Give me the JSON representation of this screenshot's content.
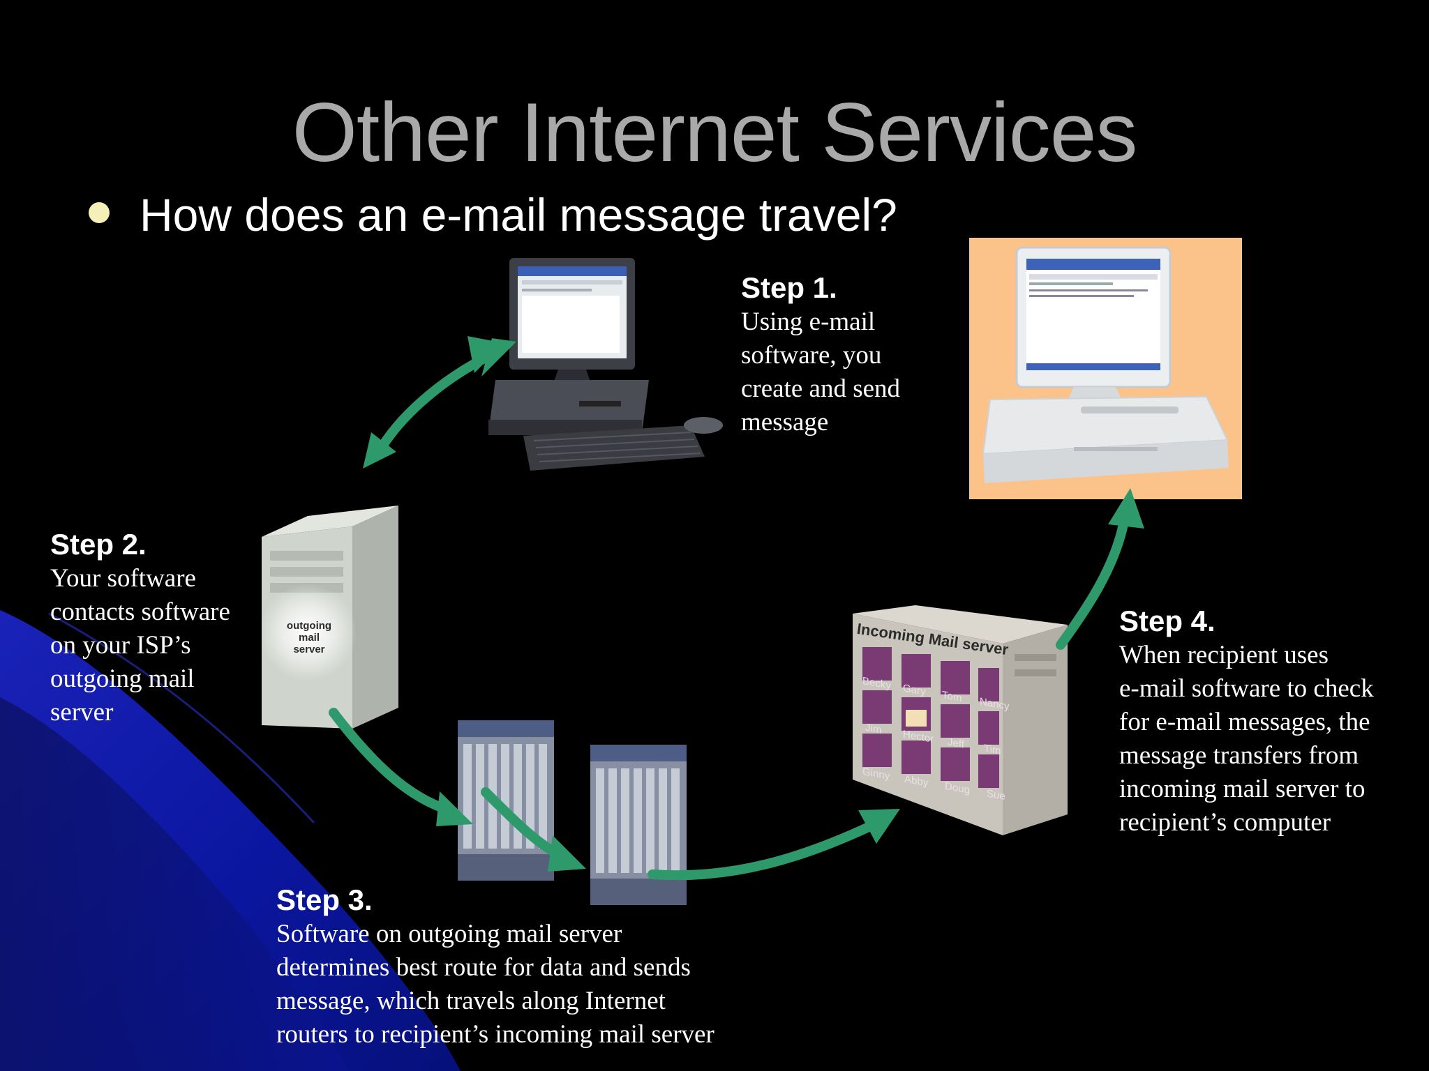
{
  "title": "Other Internet Services",
  "bullet": "How does an e-mail message travel?",
  "colors": {
    "background": "#000000",
    "title": "#a9a9a9",
    "arrow": "#2e9a6c",
    "blue_shape": "#0d1aa6",
    "bullet": "#f4f0b8"
  },
  "steps": [
    {
      "heading": "Step 1.",
      "lines": [
        "Using e-mail",
        "software, you",
        "create and send",
        "message"
      ]
    },
    {
      "heading": "Step 2.",
      "lines": [
        "Your software",
        "contacts software",
        "on your ISP’s",
        "outgoing mail",
        "server"
      ]
    },
    {
      "heading": "Step 3.",
      "lines": [
        "Software on outgoing mail server",
        "determines best route for data and sends",
        "message, which travels along Internet",
        "routers to recipient’s incoming mail server"
      ]
    },
    {
      "heading": "Step 4.",
      "lines": [
        "When recipient uses",
        "e-mail software to check",
        "for e-mail messages, the",
        "message transfers from",
        "incoming mail server to",
        "recipient’s computer"
      ]
    }
  ],
  "outgoing_server": {
    "label_lines": [
      "outgoing",
      "mail",
      "server"
    ]
  },
  "incoming_server": {
    "label": "Incoming Mail server",
    "mailboxes": [
      "Becky",
      "Gary",
      "Tom",
      "Nancy",
      "Jim",
      "Hector",
      "Jeff",
      "Tim",
      "Ginny",
      "Abby",
      "Doug",
      "Sue"
    ]
  },
  "icons": [
    "sender-computer-icon",
    "recipient-computer-icon",
    "outgoing-server-icon",
    "router-icon",
    "incoming-server-icon",
    "arrow-icon"
  ]
}
